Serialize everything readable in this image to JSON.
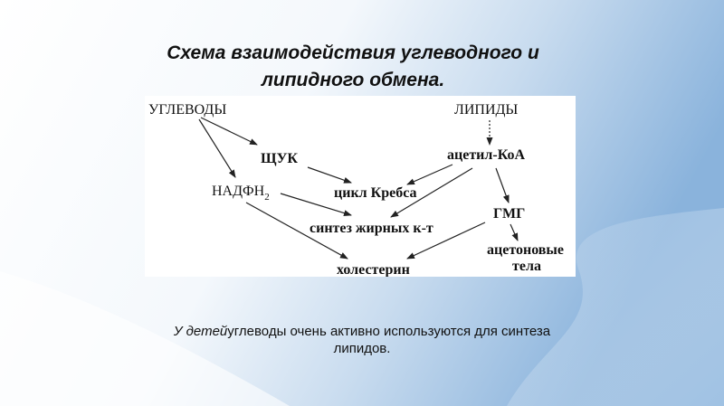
{
  "title": {
    "line1": "Схема взаимодействия углеводного и",
    "line2": "липидного обмена."
  },
  "diagram": {
    "nodes": {
      "carbs": "УГЛЕВОДЫ",
      "lipids": "ЛИПИДЫ",
      "pvk": "ЩУК",
      "acetylcoa": "ацетил-КоА",
      "nadph_base": "НАДФН",
      "nadph_sub": "2",
      "krebs": "цикл Кребса",
      "hmg": "ГМГ",
      "fattyacid": "синтез жирных к-т",
      "ketone1": "ацетоновые",
      "ketone2": "тела",
      "cholesterol": "холестерин"
    }
  },
  "caption": {
    "emphasis": "У детей",
    "rest_line1": "углеводы очень активно используются для синтеза",
    "line2": "липидов."
  },
  "colors": {
    "bg_light": "#ffffff",
    "bg_blue": "#8fb8de"
  }
}
